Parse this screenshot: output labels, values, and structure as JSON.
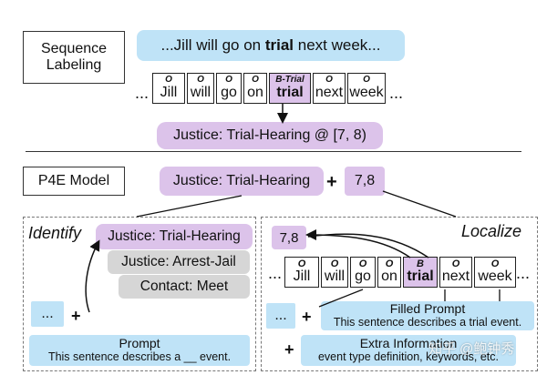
{
  "top": {
    "sequence_labeling_title": "Sequence\nLabeling",
    "sentence_pre": "...Jill will go on ",
    "sentence_bold": "trial",
    "sentence_post": " next week...",
    "tokens": [
      {
        "label": "O",
        "word": "Jill"
      },
      {
        "label": "O",
        "word": "will"
      },
      {
        "label": "O",
        "word": "go"
      },
      {
        "label": "O",
        "word": "on"
      },
      {
        "label": "B-Trial",
        "word": "trial"
      },
      {
        "label": "O",
        "word": "next"
      },
      {
        "label": "O",
        "word": "week"
      }
    ],
    "ellipsis": "...",
    "result": "Justice: Trial-Hearing @ [7, 8)"
  },
  "middle": {
    "p4e_title": "P4E Model",
    "event_type": "Justice: Trial-Hearing",
    "plus": "+",
    "span": "7,8"
  },
  "identify": {
    "title": "Identify",
    "candidates": [
      "Justice: Trial-Hearing",
      "Justice: Arrest-Jail",
      "Contact: Meet"
    ],
    "ellipsis": "...",
    "plus": "+",
    "prompt_title": "Prompt",
    "prompt_text": "This sentence describes a __ event."
  },
  "localize": {
    "title": "Localize",
    "span": "7,8",
    "tokens": [
      {
        "label": "O",
        "word": "Jill"
      },
      {
        "label": "O",
        "word": "will"
      },
      {
        "label": "O",
        "word": "go"
      },
      {
        "label": "O",
        "word": "on"
      },
      {
        "label": "B",
        "word": "trial"
      },
      {
        "label": "O",
        "word": "next"
      },
      {
        "label": "O",
        "word": "week"
      }
    ],
    "ellipsis": "...",
    "plus": "+",
    "filled_title": "Filled Prompt",
    "filled_text": "This sentence describes a trial event.",
    "extra_title": "Extra Information",
    "extra_text": "event type definition, keywords, etc."
  },
  "watermark": "知乎 @鲍钟秀"
}
